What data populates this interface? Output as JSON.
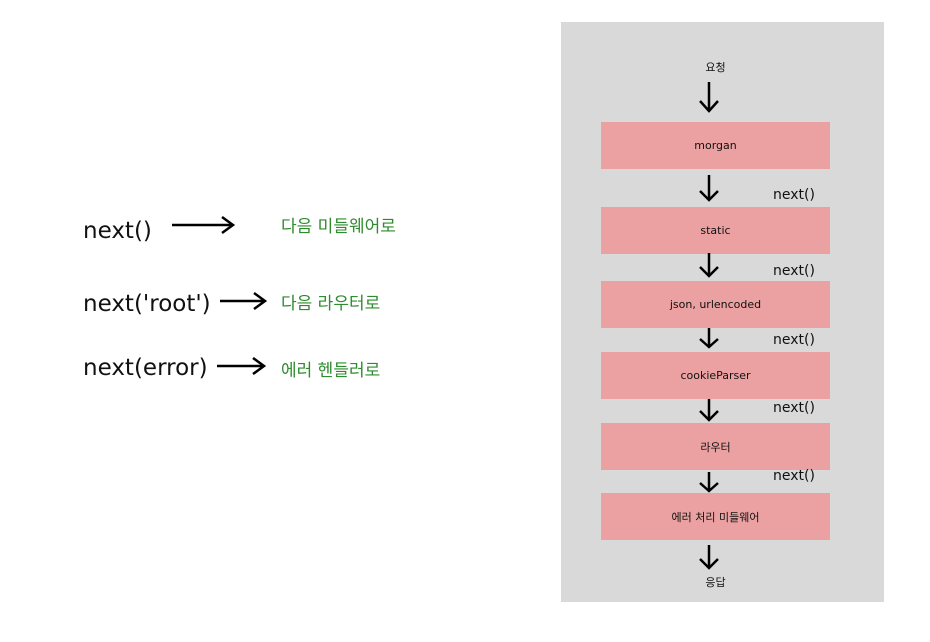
{
  "legend": [
    {
      "call": "next()",
      "target": "다음 미들웨어로"
    },
    {
      "call": "next('root')",
      "target": "다음 라우터로"
    },
    {
      "call": "next(error)",
      "target": "에러 헨들러로"
    }
  ],
  "flow": {
    "request_label": "요청",
    "response_label": "응답",
    "next_label": "next()",
    "steps": [
      "morgan",
      "static",
      "json, urlencoded",
      "cookieParser",
      "라우터",
      "에러 처리 미들웨어"
    ]
  },
  "colors": {
    "panel_bg": "#d9d9d9",
    "box_fill": "#eba1a1",
    "target_text": "#2e8b2e"
  }
}
